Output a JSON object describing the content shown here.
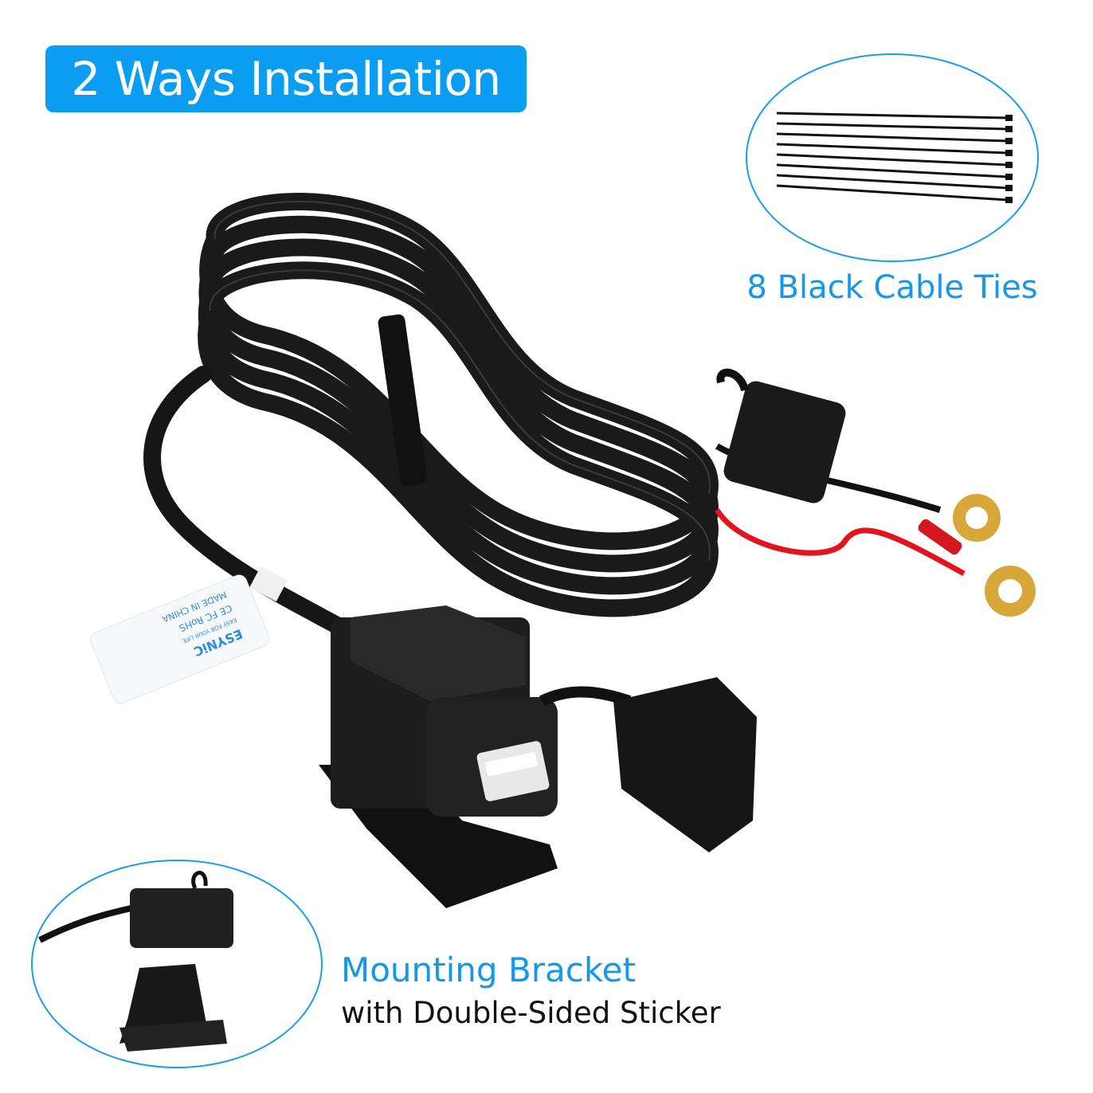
{
  "header": {
    "title": "2 Ways Installation"
  },
  "accessories": {
    "cable_ties": {
      "label": "8 Black Cable Ties",
      "count": 8
    },
    "mounting_bracket": {
      "title": "Mounting Bracket",
      "subtitle": "with Double-Sided Sticker"
    }
  },
  "product_label": {
    "brand": "ESYNiC",
    "slogan": "EASY FOR YOUR LIFE",
    "marks": "CE FC RoHS",
    "origin": "MADE IN CHINA"
  },
  "colors": {
    "accent": "#0a9df1",
    "cable": "#151515",
    "positive_wire": "#e3141c",
    "terminal": "#d8a73a"
  }
}
